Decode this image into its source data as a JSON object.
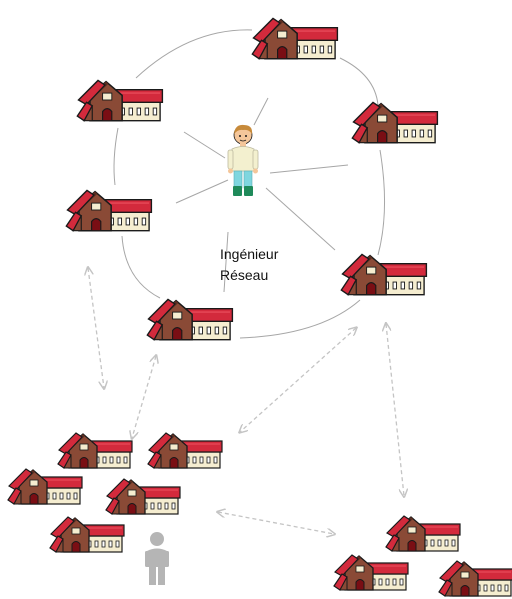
{
  "engineer": {
    "label_line1": "Ingénieur",
    "label_line2": "Réseau",
    "icon": "network-engineer-person-icon"
  },
  "other_person": {
    "icon": "person-silhouette-icon"
  },
  "building_icon": "farm-building-icon",
  "network_ring_count": 6,
  "far_clusters": [
    {
      "name": "left-cluster",
      "building_count": 5,
      "has_person": true
    },
    {
      "name": "right-cluster",
      "building_count": 3,
      "has_person": false
    }
  ],
  "colors": {
    "roof": "#d32a3c",
    "roof_light": "#e84a5a",
    "brick": "#8a4a36",
    "brick_dark": "#5c2e22",
    "wall": "#f5edd0",
    "door": "#7a0e14",
    "outline": "#1a1a1a",
    "solid_line": "#a6a6a6",
    "dashed_line": "#c4c4c4",
    "person_shirt": "#f3f0cf",
    "person_pants": "#7fd6df",
    "person_boots": "#1f8a5a",
    "person_hair": "#c78a3a",
    "person_skin": "#f4c69a",
    "grey_person": "#b5b5b5"
  }
}
